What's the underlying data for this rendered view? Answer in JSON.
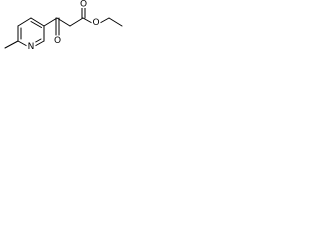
{
  "molecule": {
    "atoms": {
      "ring_nitrogen": "N",
      "ketone_oxygen": "O",
      "ester_carbonyl_oxygen": "O",
      "ester_ether_oxygen": "O"
    }
  },
  "colors": {
    "bond": "#000000",
    "label": "#000000",
    "background": "#ffffff"
  }
}
